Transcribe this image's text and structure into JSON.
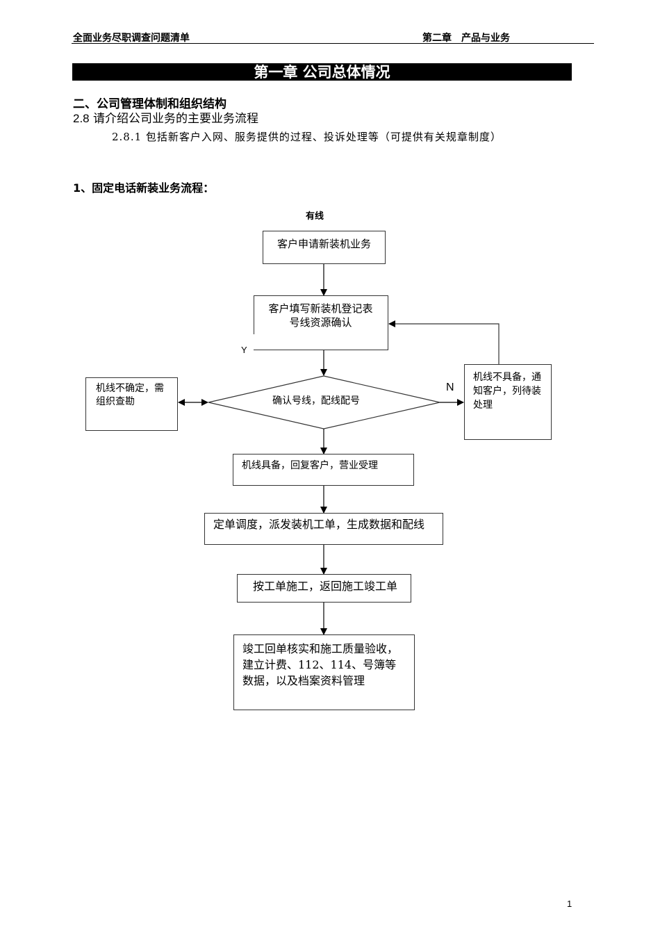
{
  "header": {
    "left": "全面业务尽职调查问题清单",
    "right": "第二章　产品与业务"
  },
  "chapter_title": "第一章 公司总体情况",
  "section": "二、公司管理体制和组织结构",
  "subsection_num": "2.8",
  "subsection_text": " 请介绍公司业务的主要业务流程",
  "paragraph": "2.8.1 包括新客户入网、服务提供的过程、投诉处理等（可提供有关规章制度）",
  "flow_heading": "1、固定电话新装业务流程：",
  "flowchart": {
    "caption": "有线",
    "nodes": {
      "apply": "客户申请新装机业务",
      "fill_form_l1": "客户填写新装机登记表",
      "fill_form_l2": "号线资源确认",
      "confirm": "确认号线，配线配号",
      "uncertain": "机线不确定，需组织查勘",
      "not_ready": "机线不具备，通知客户，列待装处理",
      "accept": "机线具备，回复客户，营业受理",
      "dispatch": "定单调度，派发装机工单，生成数据和配线",
      "construct": "按工单施工，返回施工竣工单",
      "final": "竣工回单核实和施工质量验收，建立计费、112、114、号簿等数据，以及档案资料管理"
    },
    "labels": {
      "yes": "Y",
      "no": "N"
    }
  },
  "page_number": "1"
}
